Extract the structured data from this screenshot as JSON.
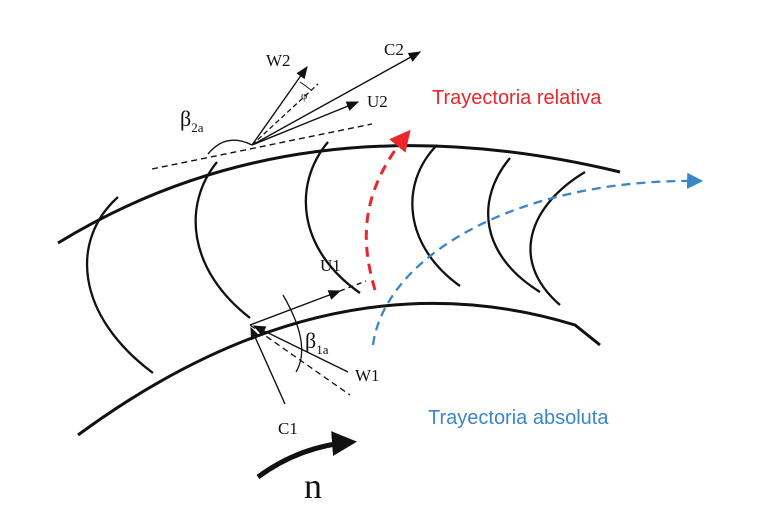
{
  "labels": {
    "w2": "W2",
    "c2": "C2",
    "u2": "U2",
    "beta2": "β",
    "beta2_sub": "2a",
    "phi_mark": "φ",
    "u1": "U1",
    "beta1": "β",
    "beta1_sub": "1a",
    "w1": "W1",
    "c1": "C1",
    "n": "n"
  },
  "captions": {
    "relative": "Trayectoria relativa",
    "absolute": "Trayectoria absoluta"
  },
  "colors": {
    "relative": "#e8262b",
    "absolute": "#3a86c8",
    "ink": "#111111"
  }
}
